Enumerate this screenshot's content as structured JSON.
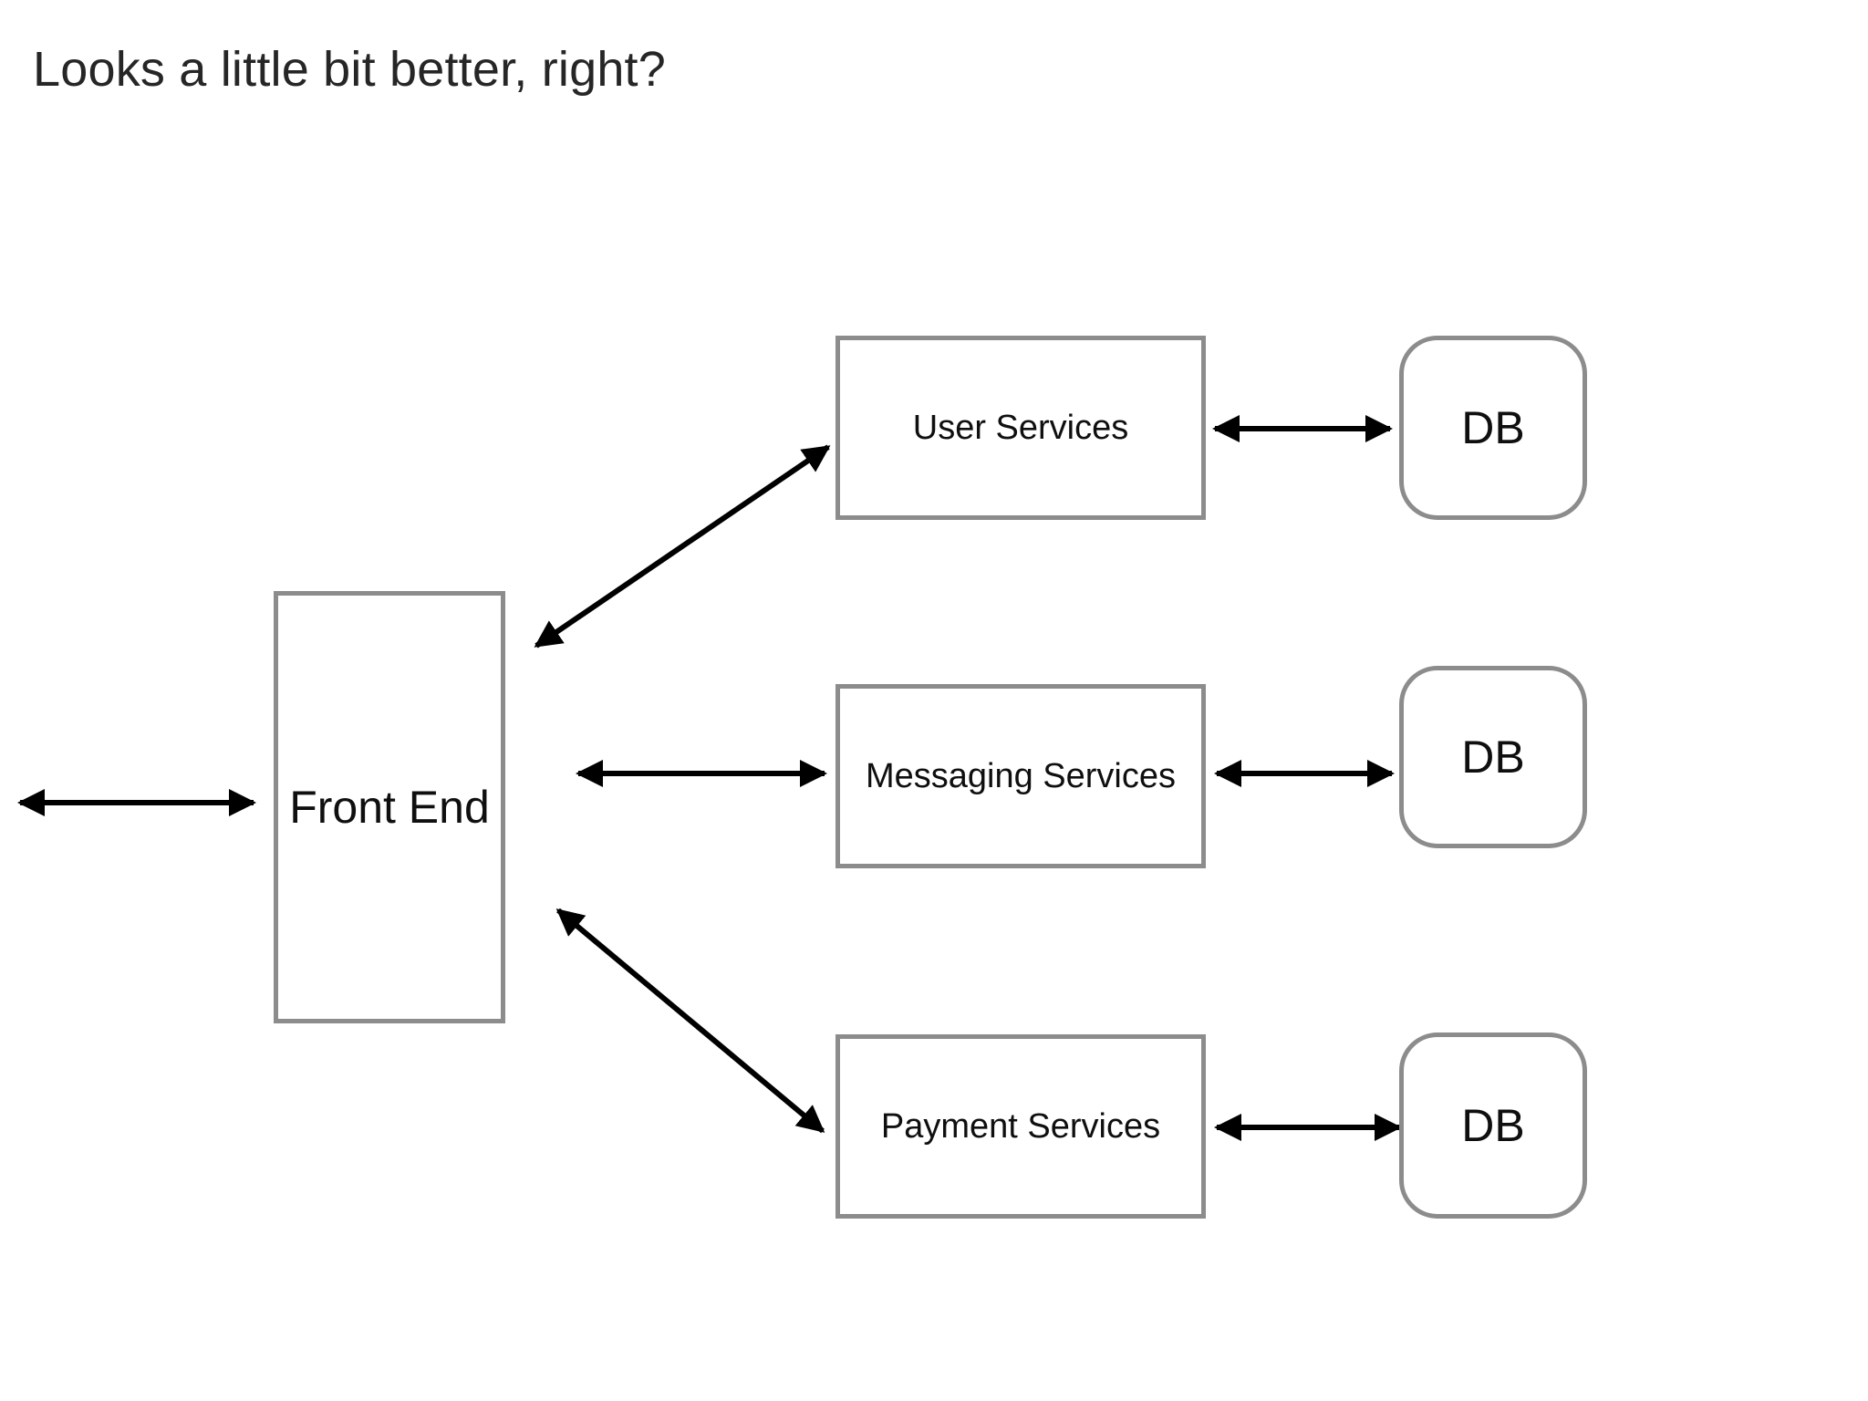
{
  "slide": {
    "title": "Looks a little bit better, right?",
    "background_color": "#ffffff",
    "title_color": "#262626"
  },
  "theme": {
    "node_border_color": "#8c8c8c",
    "node_fill_color": "#ffffff",
    "arrow_color": "#000000",
    "text_color": "#0f0f0f"
  },
  "diagram": {
    "type": "architecture-block-diagram",
    "nodes": [
      {
        "id": "frontend",
        "label": "Front End",
        "shape": "rectangle",
        "column": "client"
      },
      {
        "id": "user-services",
        "label": "User Services",
        "shape": "rectangle",
        "column": "service"
      },
      {
        "id": "messaging-services",
        "label": "Messaging Services",
        "shape": "rectangle",
        "column": "service"
      },
      {
        "id": "payment-services",
        "label": "Payment Services",
        "shape": "rectangle",
        "column": "service"
      },
      {
        "id": "db-user",
        "label": "DB",
        "shape": "rounded-rectangle",
        "column": "database"
      },
      {
        "id": "db-messaging",
        "label": "DB",
        "shape": "rounded-rectangle",
        "column": "database"
      },
      {
        "id": "db-payment",
        "label": "DB",
        "shape": "rounded-rectangle",
        "column": "database"
      }
    ],
    "edges": [
      {
        "id": "external-to-frontend",
        "from": "external",
        "to": "frontend",
        "direction": "bidirectional",
        "style": "horizontal"
      },
      {
        "id": "frontend-to-user",
        "from": "frontend",
        "to": "user-services",
        "direction": "bidirectional",
        "style": "diagonal-up"
      },
      {
        "id": "frontend-to-messaging",
        "from": "frontend",
        "to": "messaging-services",
        "direction": "bidirectional",
        "style": "horizontal"
      },
      {
        "id": "frontend-to-payment",
        "from": "frontend",
        "to": "payment-services",
        "direction": "bidirectional",
        "style": "diagonal-down"
      },
      {
        "id": "user-to-db",
        "from": "user-services",
        "to": "db-user",
        "direction": "bidirectional",
        "style": "horizontal"
      },
      {
        "id": "messaging-to-db",
        "from": "messaging-services",
        "to": "db-messaging",
        "direction": "bidirectional",
        "style": "horizontal"
      },
      {
        "id": "payment-to-db",
        "from": "payment-services",
        "to": "db-payment",
        "direction": "bidirectional",
        "style": "horizontal"
      }
    ]
  }
}
